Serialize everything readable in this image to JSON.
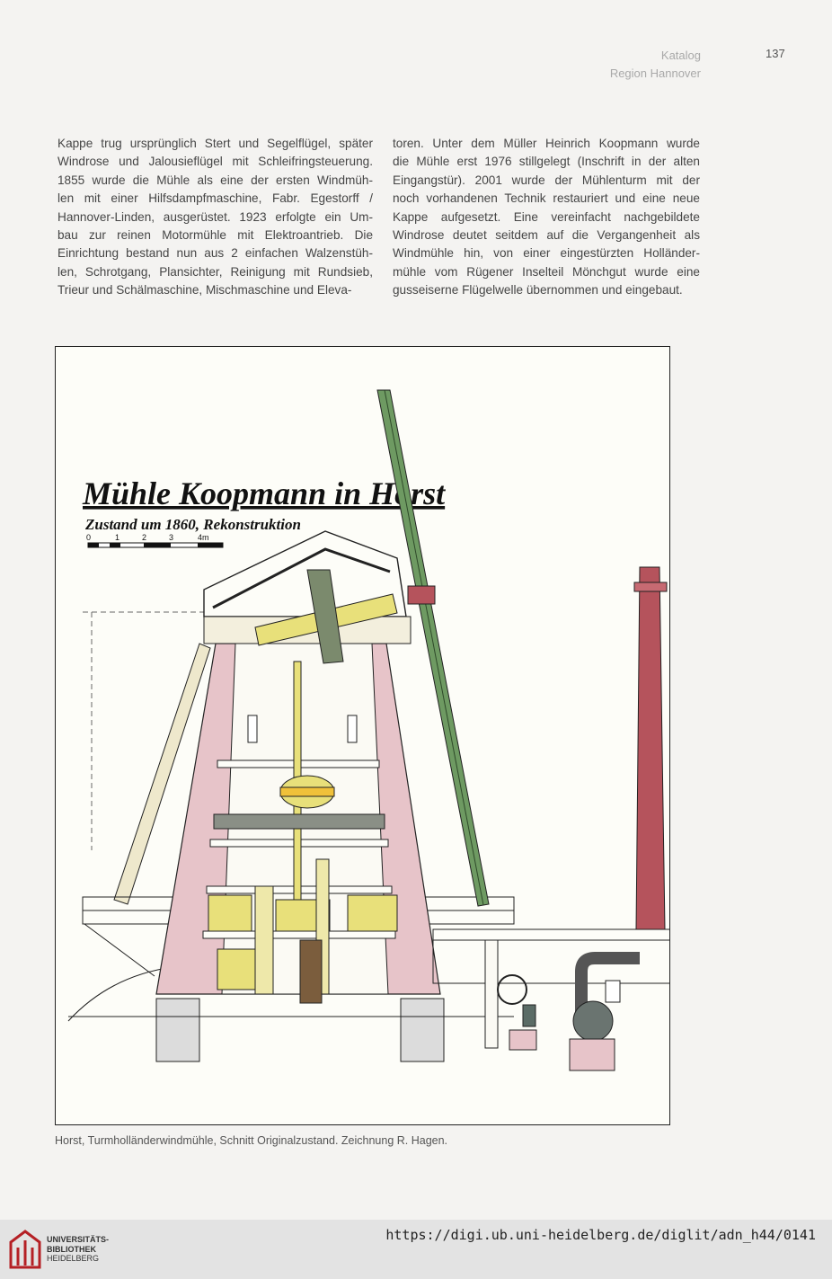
{
  "header": {
    "category": "Katalog",
    "region": "Region Hannover",
    "page_number": "137"
  },
  "body_text": {
    "left_column": [
      "Kappe trug ursprünglich Stert und Segelflügel, später",
      "Windrose und Jalousieflügel mit Schleifringsteuerung.",
      "1855 wurde die Mühle als eine der ersten Windmüh-",
      "len mit einer Hilfsdampfmaschine, Fabr. Egestorff /",
      "Hannover-Linden, ausgerüstet. 1923 erfolgte ein Um-",
      "bau zur reinen Motormühle mit Elektroantrieb. Die",
      "Einrichtung bestand nun aus 2 einfachen Walzenstüh-",
      "len, Schrotgang, Plansichter, Reinigung mit Rundsieb,",
      "Trieur und Schälmaschine, Mischmaschine und Eleva-"
    ],
    "right_column": [
      "toren. Unter dem Müller Heinrich Koopmann wurde",
      "die Mühle erst 1976 stillgelegt (Inschrift in der alten",
      "Eingangstür). 2001 wurde der Mühlenturm mit der",
      "noch vorhandenen Technik restauriert und eine neue",
      "Kappe aufgesetzt. Eine vereinfacht nachgebildete",
      "Windrose deutet seitdem auf die Vergangenheit als",
      "Windmühle hin, von einer eingestürzten Holländer-",
      "mühle vom Rügener Inselteil Mönchgut wurde eine",
      "gusseiserne Flügelwelle übernommen und eingebaut."
    ]
  },
  "figure": {
    "title": "Mühle Koopmann in Horst",
    "subtitle": "Zustand um 1860, Rekonstruktion",
    "scale_labels": [
      "0",
      "1",
      "2",
      "3",
      "4m"
    ],
    "caption": "Horst, Turmholländerwindmühle, Schnitt Originalzustand. Zeichnung R. Hagen."
  },
  "footer": {
    "logo_lines": [
      "UNIVERSITÄTS-",
      "BIBLIOTHEK",
      "HEIDELBERG"
    ],
    "url": "https://digi.ub.uni-heidelberg.de/diglit/adn_h44/0141"
  },
  "colors": {
    "tower_pink": "#e7c4c9",
    "machinery_yellow": "#e8e07a",
    "sail_green": "#6e9a62",
    "chimney_red": "#b5535c",
    "logo_red": "#b52025"
  }
}
